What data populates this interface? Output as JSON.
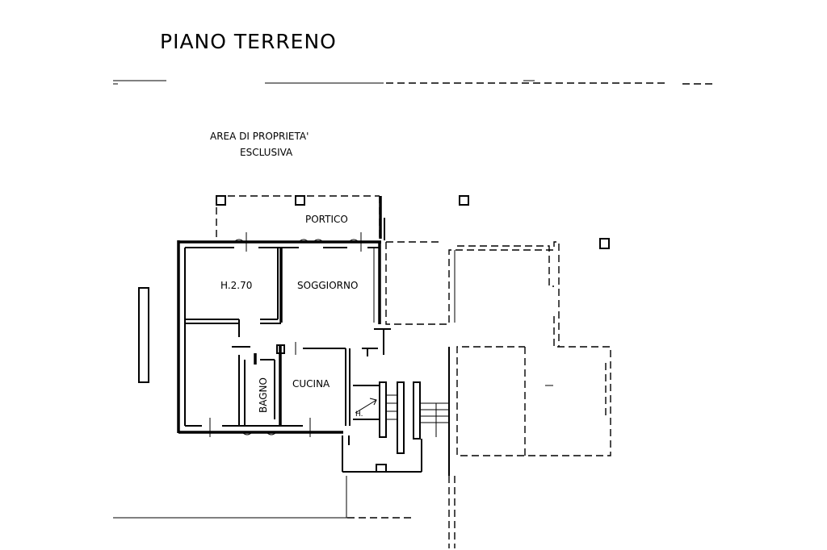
{
  "plan": {
    "title": "PIANO TERRENO",
    "labels": {
      "area_line1": "AREA DI PROPRIETA'",
      "area_line2": "ESCLUSIVA",
      "portico": "PORTICO",
      "room_height": "H.2.70",
      "soggiorno": "SOGGIORNO",
      "cucina": "CUCINA",
      "bagno": "BAGNO"
    }
  }
}
